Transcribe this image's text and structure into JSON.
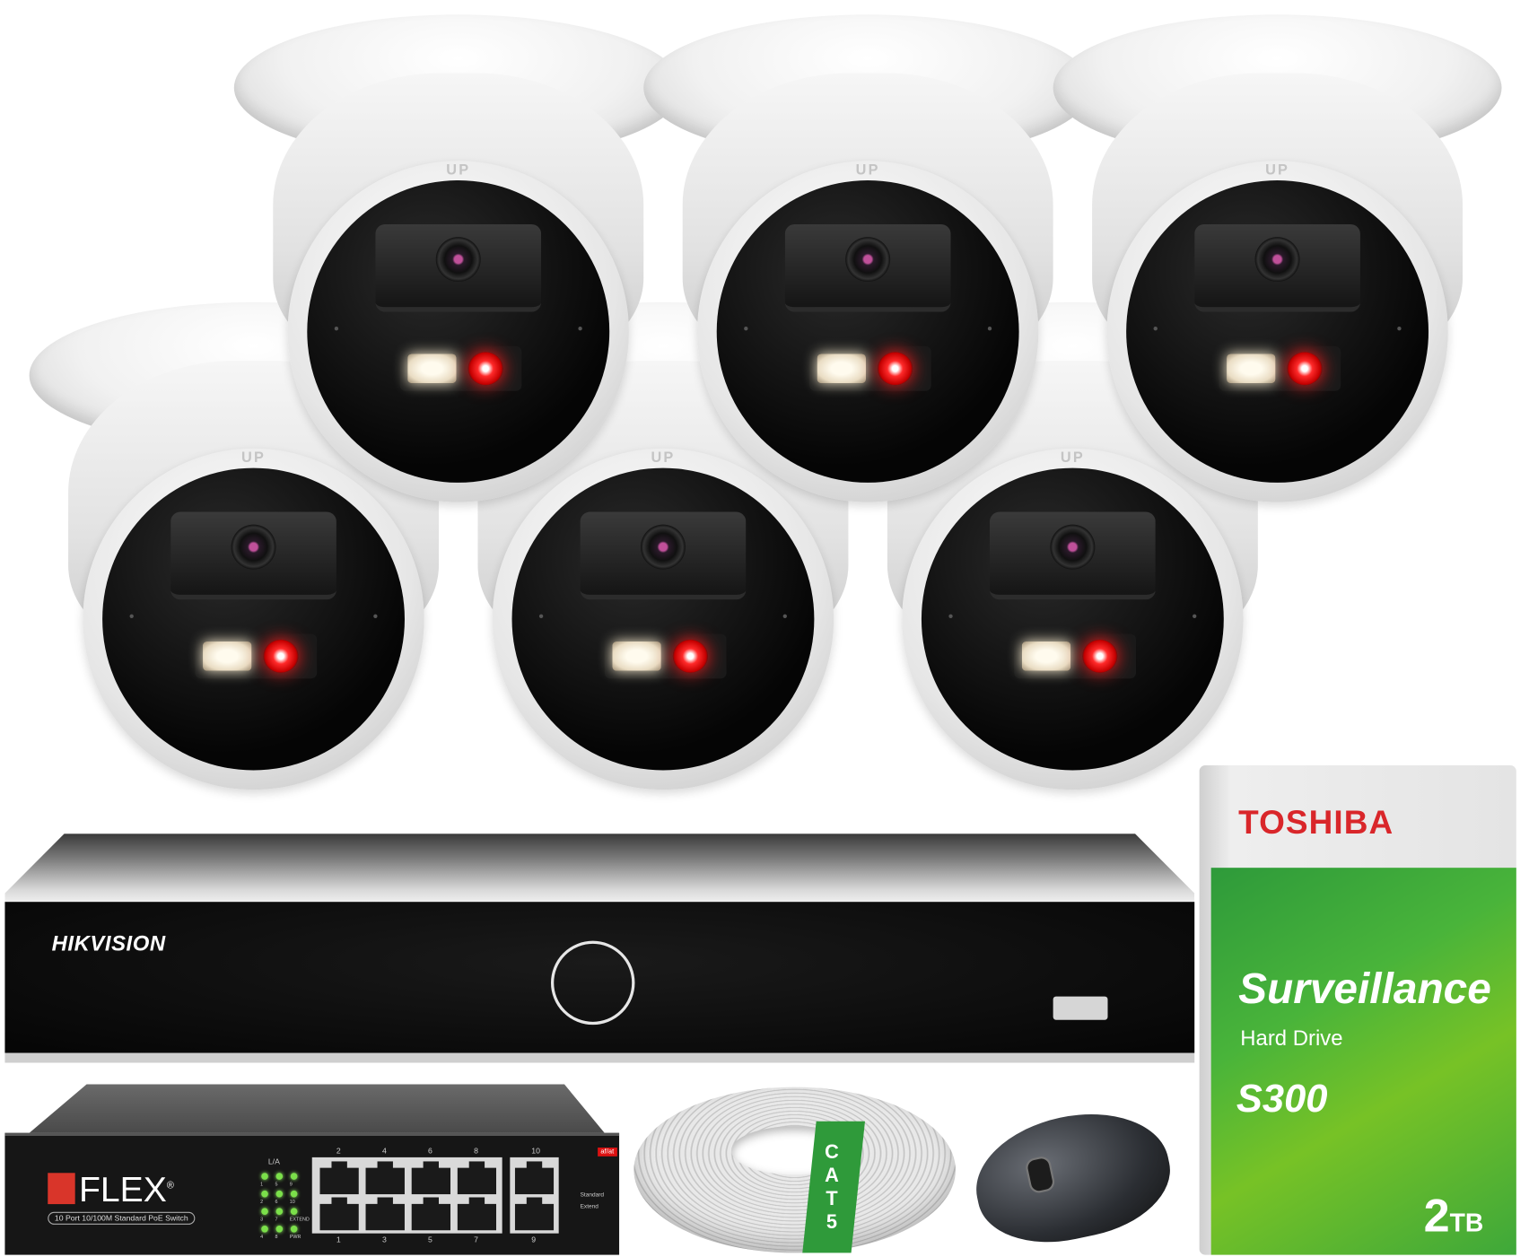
{
  "cameras": {
    "count": 6,
    "marking": "UP",
    "led_colors": {
      "white": "#fffbee",
      "red": "#ff2a2a"
    }
  },
  "nvr": {
    "brand": "HIKVISION"
  },
  "hdd": {
    "brand": "TOSHIBA",
    "line": "Surveillance",
    "subtitle": "Hard Drive",
    "model": "S300",
    "capacity_number": "2",
    "capacity_unit": "TB",
    "brand_color": "#d9262a",
    "label_color": "#49b43a"
  },
  "switch": {
    "brand": "FLEX",
    "registered": "®",
    "description": "10 Port 10/100M Standard PoE Switch",
    "badge": "af/at",
    "led_header": "L/A",
    "led_labels": [
      "1",
      "5",
      "9",
      "2",
      "6",
      "10",
      "3",
      "7",
      "EXTEND",
      "4",
      "8",
      "PWR"
    ],
    "top_ports": [
      "2",
      "4",
      "6",
      "8",
      "10"
    ],
    "bottom_ports": [
      "1",
      "3",
      "5",
      "7",
      "9"
    ],
    "mode_labels": [
      "Standard",
      "Extend"
    ]
  },
  "cable": {
    "label": "CAT5",
    "tag_color": "#2f9a3a"
  },
  "mouse": {
    "color": "#2b2e33"
  }
}
